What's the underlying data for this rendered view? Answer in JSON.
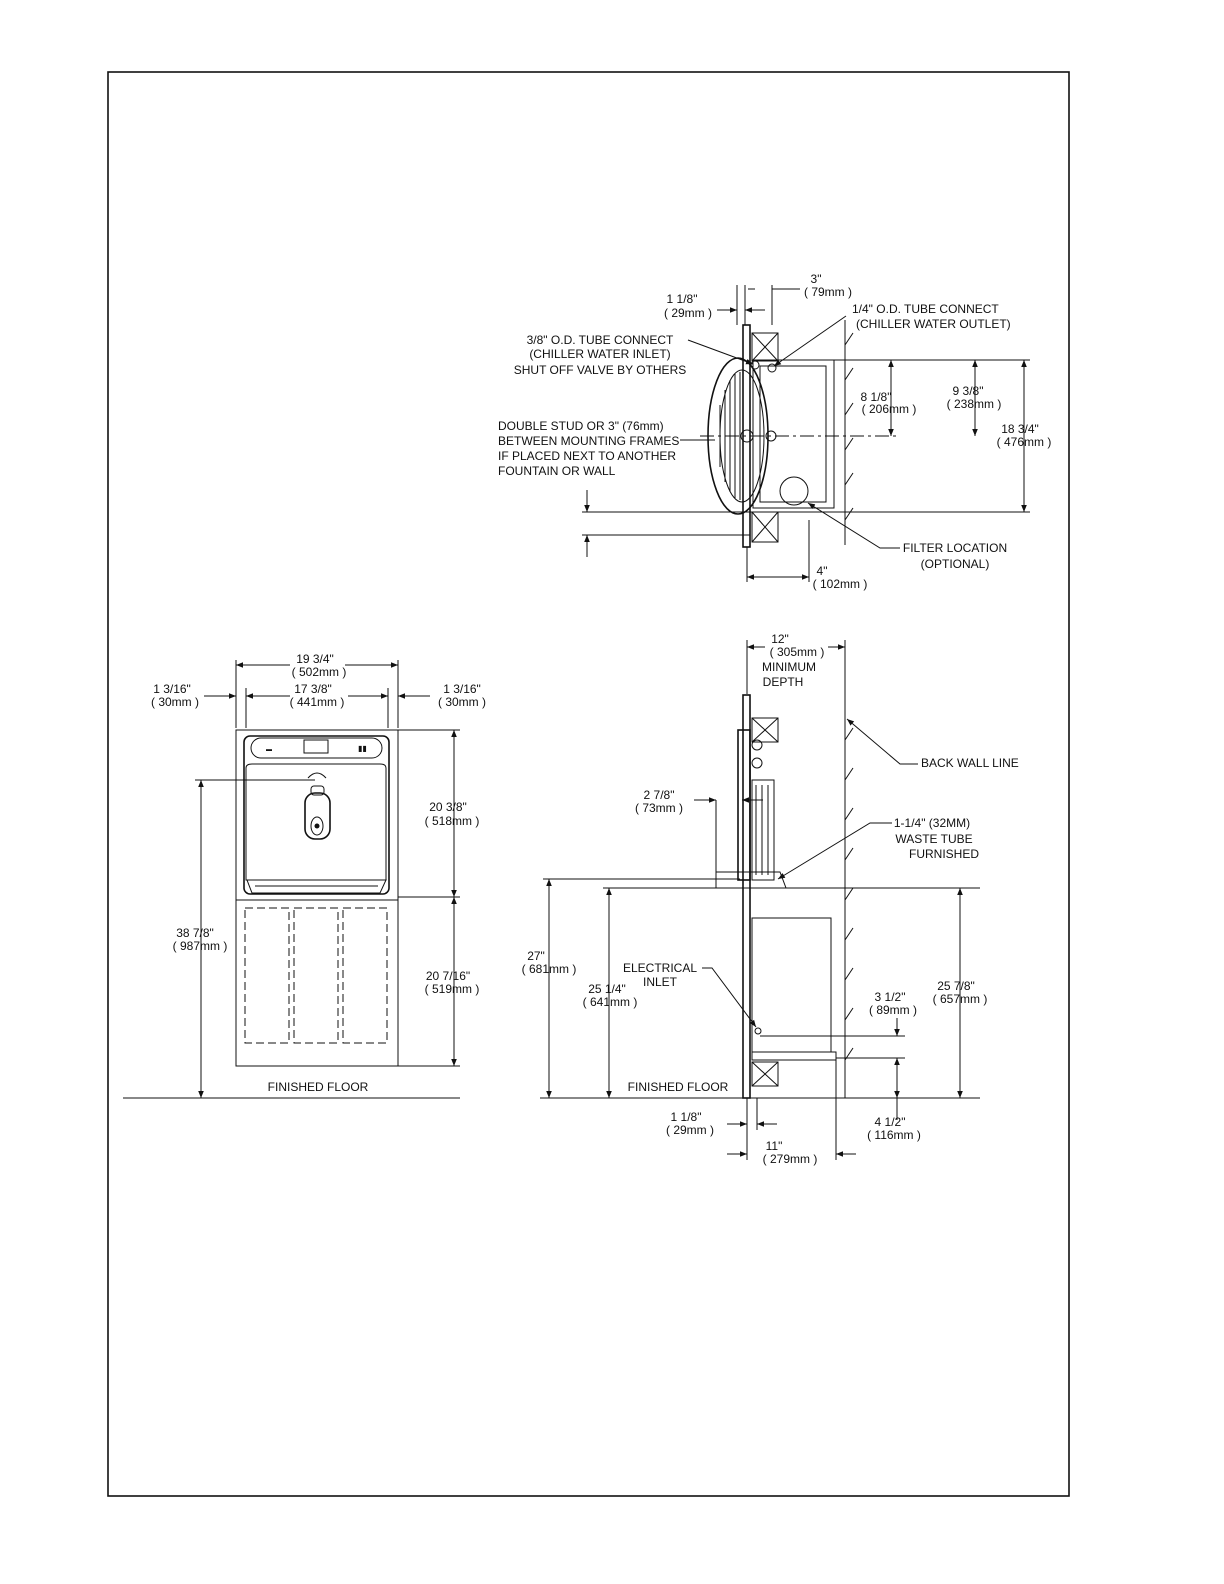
{
  "top_view": {
    "dim_top_3": [
      "3\"",
      "( 79mm )"
    ],
    "dim_top_1_1_8": [
      "1 1/8\"",
      "( 29mm )"
    ],
    "tube_outlet": [
      "1/4\" O.D. TUBE CONNECT",
      "(CHILLER WATER OUTLET)"
    ],
    "tube_inlet": [
      "3/8\" O.D. TUBE CONNECT",
      "(CHILLER WATER INLET)",
      "SHUT OFF VALVE BY OTHERS"
    ],
    "double_stud": [
      "DOUBLE STUD OR 3\" (76mm)",
      "BETWEEN MOUNTING FRAMES",
      "IF PLACED NEXT TO ANOTHER",
      "FOUNTAIN OR WALL"
    ],
    "dim_8_1_8": [
      "8 1/8\"",
      "( 206mm )"
    ],
    "dim_9_3_8": [
      "9 3/8\"",
      "( 238mm )"
    ],
    "dim_18_3_4": [
      "18 3/4\"",
      "( 476mm )"
    ],
    "filter": [
      "FILTER LOCATION",
      "(OPTIONAL)"
    ],
    "dim_4": [
      "4\"",
      "( 102mm )"
    ]
  },
  "front_view": {
    "dim_19_3_4": [
      "19 3/4\"",
      "( 502mm )"
    ],
    "dim_17_3_8": [
      "17 3/8\"",
      "( 441mm )"
    ],
    "dim_left_1_3_16": [
      "1 3/16\"",
      "( 30mm )"
    ],
    "dim_right_1_3_16": [
      "1 3/16\"",
      "( 30mm )"
    ],
    "dim_20_3_8": [
      "20 3/8\"",
      "( 518mm )"
    ],
    "dim_20_7_16": [
      "20 7/16\"",
      "( 519mm )"
    ],
    "dim_38_7_8": [
      "38 7/8\"",
      "( 987mm )"
    ],
    "finished_floor": "FINISHED FLOOR"
  },
  "side_view": {
    "dim_12": [
      "12\"",
      "( 305mm )",
      "MINIMUM",
      "DEPTH"
    ],
    "back_wall": "BACK WALL LINE",
    "dim_2_7_8": [
      "2 7/8\"",
      "( 73mm )"
    ],
    "waste_tube": [
      "1-1/4\" (32MM)",
      "WASTE TUBE",
      "FURNISHED"
    ],
    "dim_27": [
      "27\"",
      "( 681mm )"
    ],
    "dim_25_1_4": [
      "25 1/4\"",
      "( 641mm )"
    ],
    "electrical": [
      "ELECTRICAL",
      "INLET"
    ],
    "dim_25_7_8": [
      "25 7/8\"",
      "( 657mm )"
    ],
    "dim_3_1_2": [
      "3 1/2\"",
      "( 89mm )"
    ],
    "finished_floor": "FINISHED FLOOR",
    "dim_1_1_8": [
      "1 1/8\"",
      "( 29mm )"
    ],
    "dim_4_1_2": [
      "4 1/2\"",
      "( 116mm )"
    ],
    "dim_11": [
      "11\"",
      "( 279mm )"
    ]
  }
}
